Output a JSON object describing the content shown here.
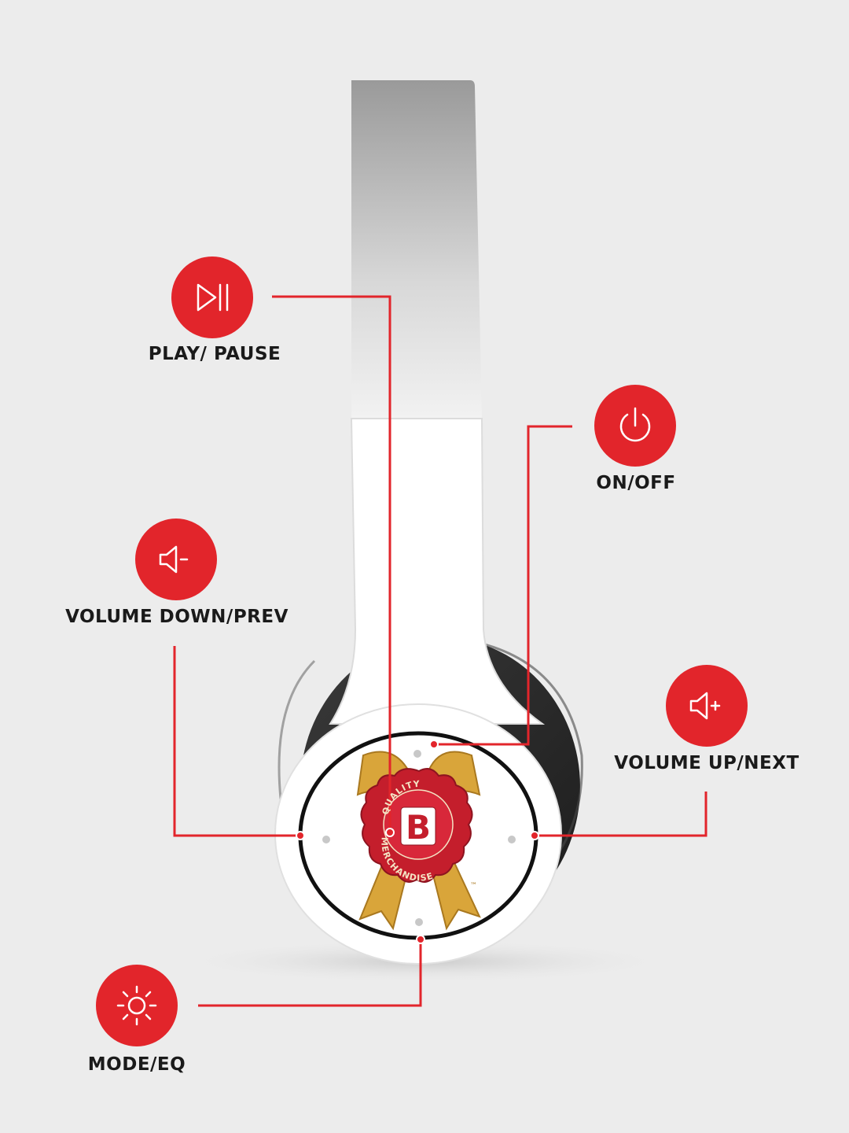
{
  "callouts": {
    "play_pause": {
      "label": "PLAY/ PAUSE",
      "icon": "play-pause-icon"
    },
    "on_off": {
      "label": "ON/OFF",
      "icon": "power-icon"
    },
    "volume_down": {
      "label": "VOLUME DOWN/PREV",
      "icon": "volume-down-icon"
    },
    "volume_up": {
      "label": "VOLUME UP/NEXT",
      "icon": "volume-up-icon"
    },
    "mode_eq": {
      "label": "MODE/EQ",
      "icon": "sun-icon"
    }
  },
  "logo": {
    "top_text": "QUALITY",
    "letter": "B",
    "bottom_text": "MERCHANDISE",
    "trademark": "™"
  },
  "colors": {
    "accent": "#e2252b",
    "background": "#ececec",
    "ribbon": "#d9a53a",
    "seal": "#c41e2c"
  }
}
